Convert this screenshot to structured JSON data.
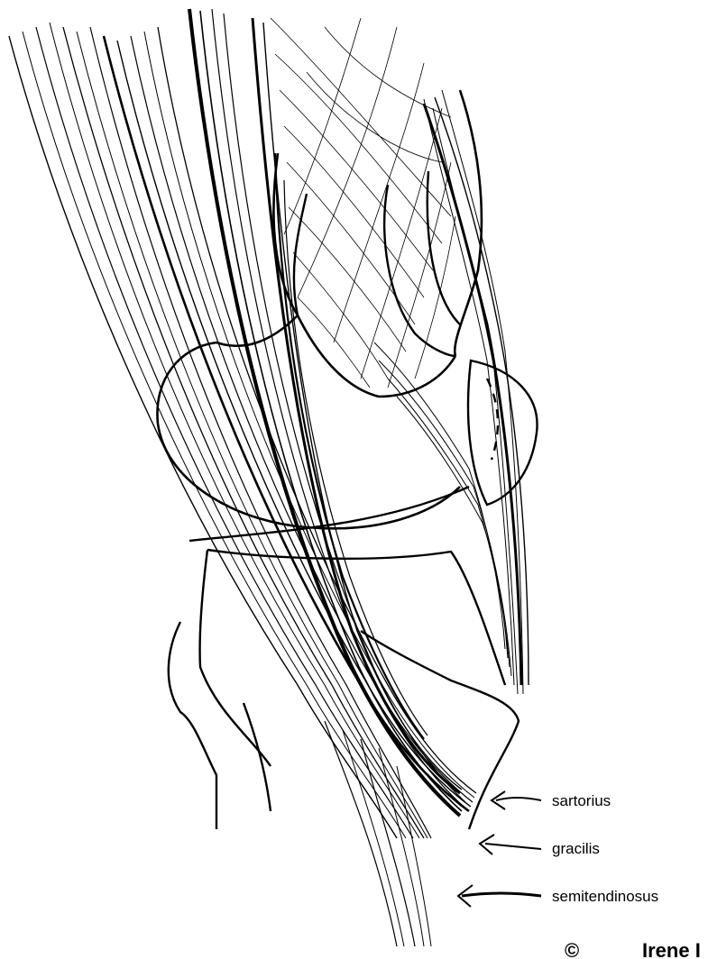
{
  "labels": {
    "sartorius": "sartorius",
    "gracilis": "gracilis",
    "semitendinosus": "semitendinosus"
  },
  "credit": {
    "symbol": "©",
    "text": "Irene I"
  },
  "colors": {
    "ink": "#000000",
    "paper": "#ffffff"
  }
}
